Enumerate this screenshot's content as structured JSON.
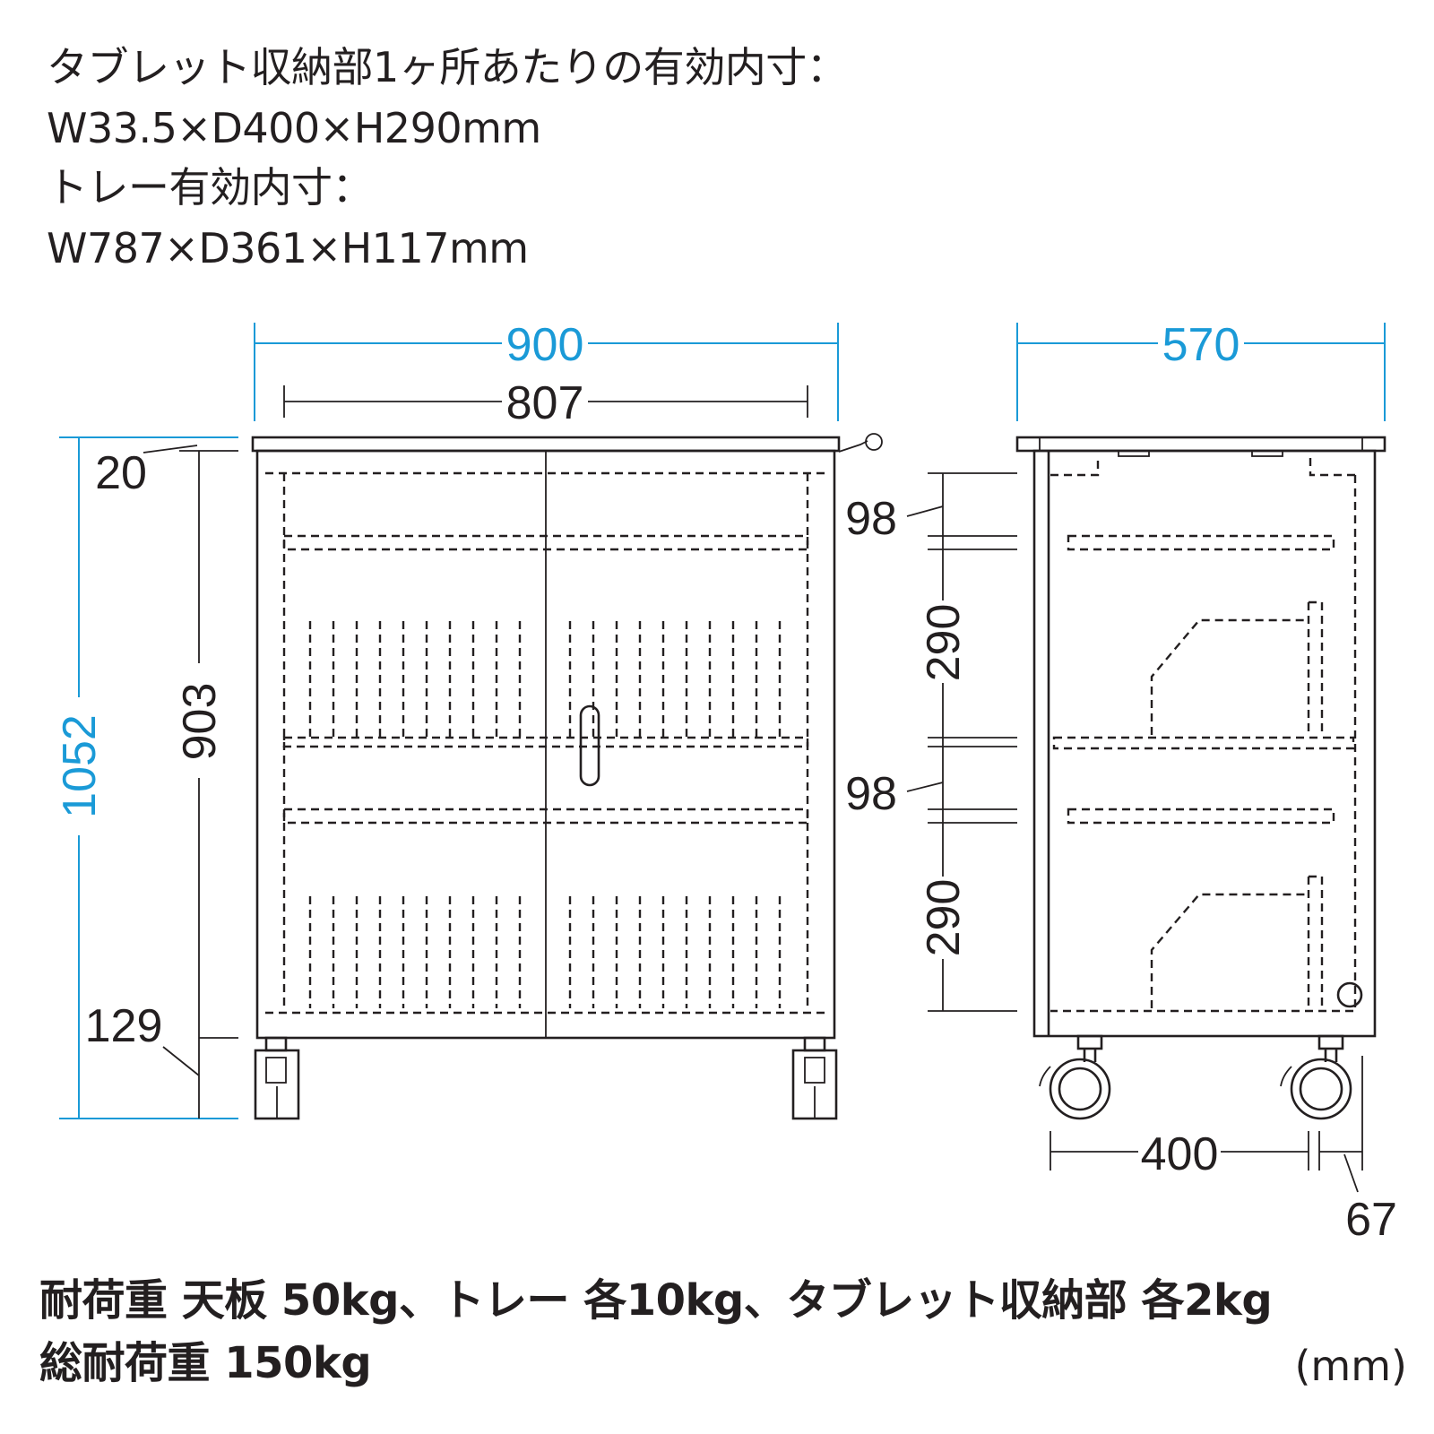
{
  "specs": {
    "tablet_label": "タブレット収納部1ヶ所あたりの有効内寸：",
    "tablet_dims": "W33.5×D400×H290mm",
    "tray_label": "トレー有効内寸：",
    "tray_dims": "W787×D361×H117mm"
  },
  "dimensions": {
    "front_width": "900",
    "front_inner_width": "807",
    "top_thickness": "20",
    "total_height": "1052",
    "body_height": "903",
    "base_height": "129",
    "tray_height_1": "98",
    "slot_height_1": "290",
    "tray_height_2": "98",
    "slot_height_2": "290",
    "side_depth": "570",
    "caster_span": "400",
    "caster_offset": "67"
  },
  "load": {
    "line1": "耐荷重 天板 50kg、トレー 各10kg、タブレット収納部 各2kg",
    "line2": "総耐荷重 150kg",
    "unit": "(mm)"
  },
  "colors": {
    "line": "#231f20",
    "dimension_accent": "#1a9ad7"
  }
}
